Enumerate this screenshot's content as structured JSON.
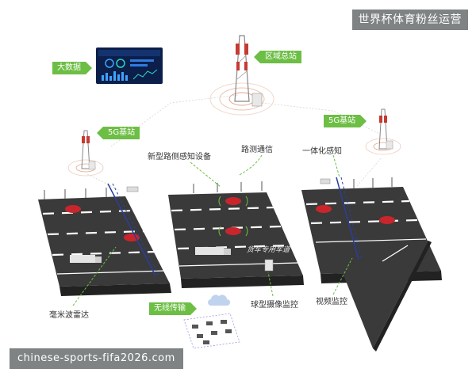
{
  "brand": "世界杯体育粉丝运营",
  "site": "chinese-sports-fifa2026.com",
  "tags": {
    "big_data": "大数据",
    "regional_station": "区域总站",
    "base_5g_left": "5G基站",
    "base_5g_right": "5G基站",
    "wireless": "无线传输"
  },
  "labels": {
    "roadside_device": "新型路侧感知设备",
    "road_comm": "路测通信",
    "integrated": "一体化感知",
    "radar": "毫米波雷达",
    "dome_camera": "球型摄像监控",
    "video": "视频监控",
    "truck_lane": "货车专用车道"
  },
  "colors": {
    "accent": "#6dbe45",
    "road": "#3a3a3a",
    "road_side": "#262626",
    "car": "#c8262c",
    "badge": "#7f8384"
  }
}
